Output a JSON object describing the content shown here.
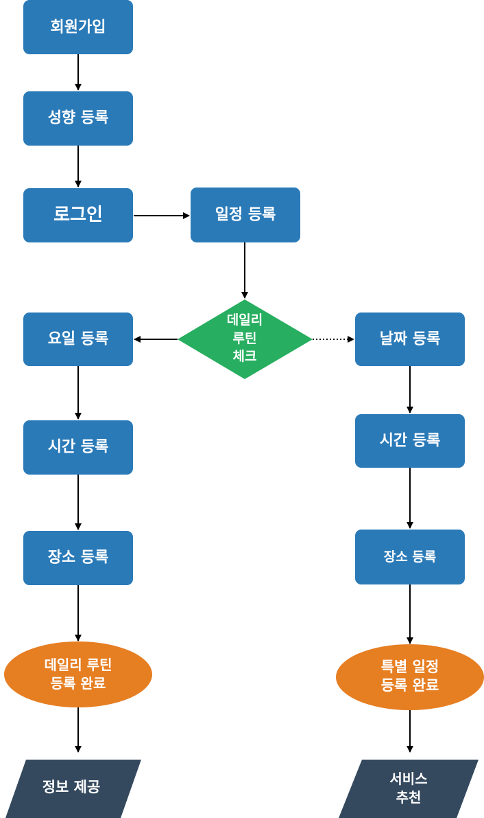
{
  "colors": {
    "box": "#2a7ab8",
    "decision": "#27ae60",
    "terminal": "#e67e22",
    "output": "#34495e",
    "arrow": "#000000",
    "text": "#ffffff"
  },
  "nodes": {
    "signup": "회원가입",
    "preference": "성향 등록",
    "login": "로그인",
    "schedule": "일정 등록",
    "daily_check": [
      "데일리",
      "루틴",
      "체크"
    ],
    "weekday": "요일 등록",
    "time_left": "시간 등록",
    "place_left": "장소 등록",
    "routine_done": [
      "데일리 루틴",
      "등록 완료"
    ],
    "info": "정보 제공",
    "date": "날짜 등록",
    "time_right": "시간 등록",
    "place_right": "장소 등록",
    "special_done": [
      "특별 일정",
      "등록 완료"
    ],
    "service": [
      "서비스",
      "추천"
    ]
  }
}
